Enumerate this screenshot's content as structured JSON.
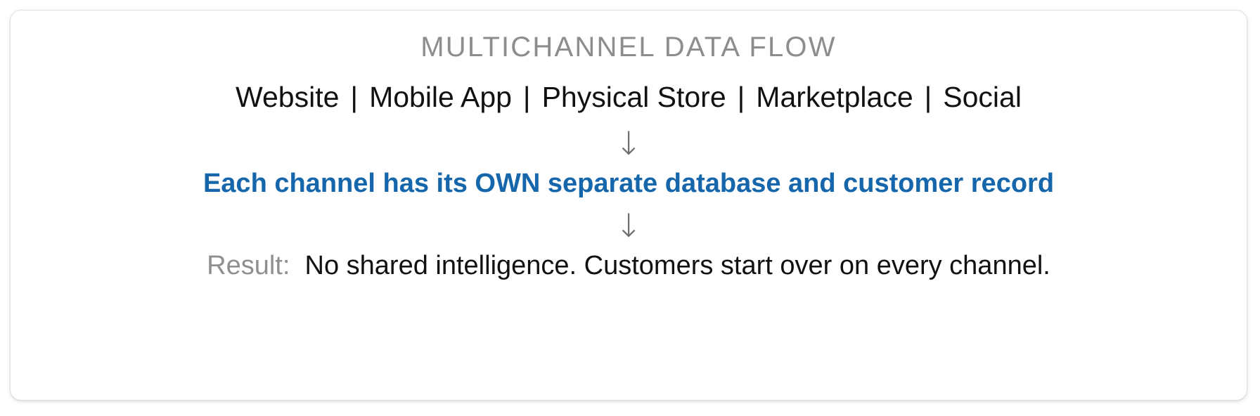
{
  "card": {
    "title": "MULTICHANNEL DATA FLOW",
    "channels": [
      {
        "label": "Website"
      },
      {
        "label": "Mobile App"
      },
      {
        "label": "Physical Store"
      },
      {
        "label": "Marketplace"
      },
      {
        "label": "Social"
      }
    ],
    "separator": "|",
    "arrow_glyph": "↓",
    "emphasis": "Each channel has its OWN separate database and customer record",
    "result_label": "Result:",
    "result_text": "No shared intelligence. Customers start over on every channel."
  },
  "colors": {
    "title_gray": "#8d8d8d",
    "body_black": "#111111",
    "accent_blue": "#1566ab",
    "arrow_gray": "#6f6f6f",
    "card_border": "#e2e2e2",
    "card_bg": "#ffffff"
  }
}
